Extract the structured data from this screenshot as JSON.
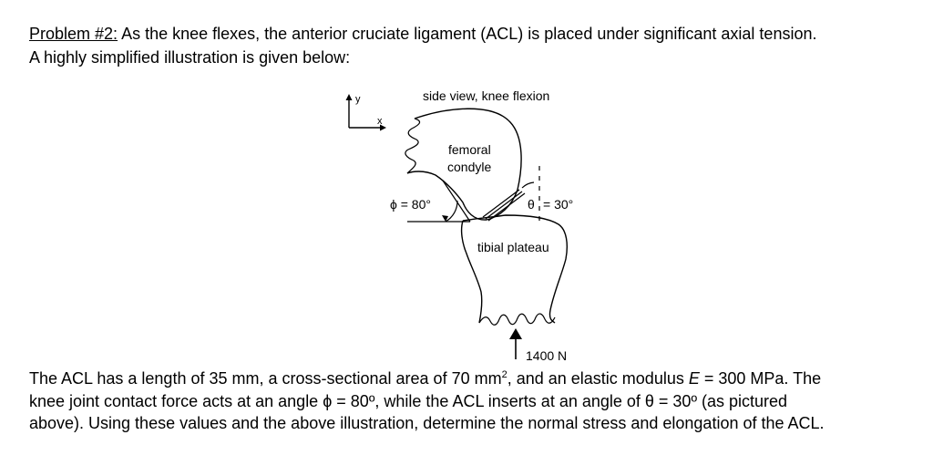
{
  "intro": {
    "problem_label": "Problem #2:",
    "line1": " As the knee flexes, the anterior cruciate ligament (ACL) is placed under significant axial tension.",
    "line2": "A highly simplified illustration is given below:"
  },
  "figure": {
    "title": "side view, knee flexion",
    "axis_y": "y",
    "axis_x": "x",
    "femoral_label_1": "femoral",
    "femoral_label_2": "condyle",
    "phi_label": "ϕ = 80°",
    "theta_symbol": "θ",
    "theta_value": "= 30°",
    "tibial_label": "tibial plateau",
    "force_label": "1400 N"
  },
  "body": {
    "s1": "The ACL has a length of 35 mm, a cross-sectional area of 70 mm",
    "sup1": "2",
    "s2": ", and an elastic modulus ",
    "e_var": "E",
    "s3": " = 300 MPa.  The",
    "s4": "knee joint contact force acts at an angle ϕ = 80º, while the ACL inserts at an angle of θ = 30º (as pictured",
    "s5": "above).  Using these values and the above illustration, determine the normal stress and elongation of the ACL."
  }
}
